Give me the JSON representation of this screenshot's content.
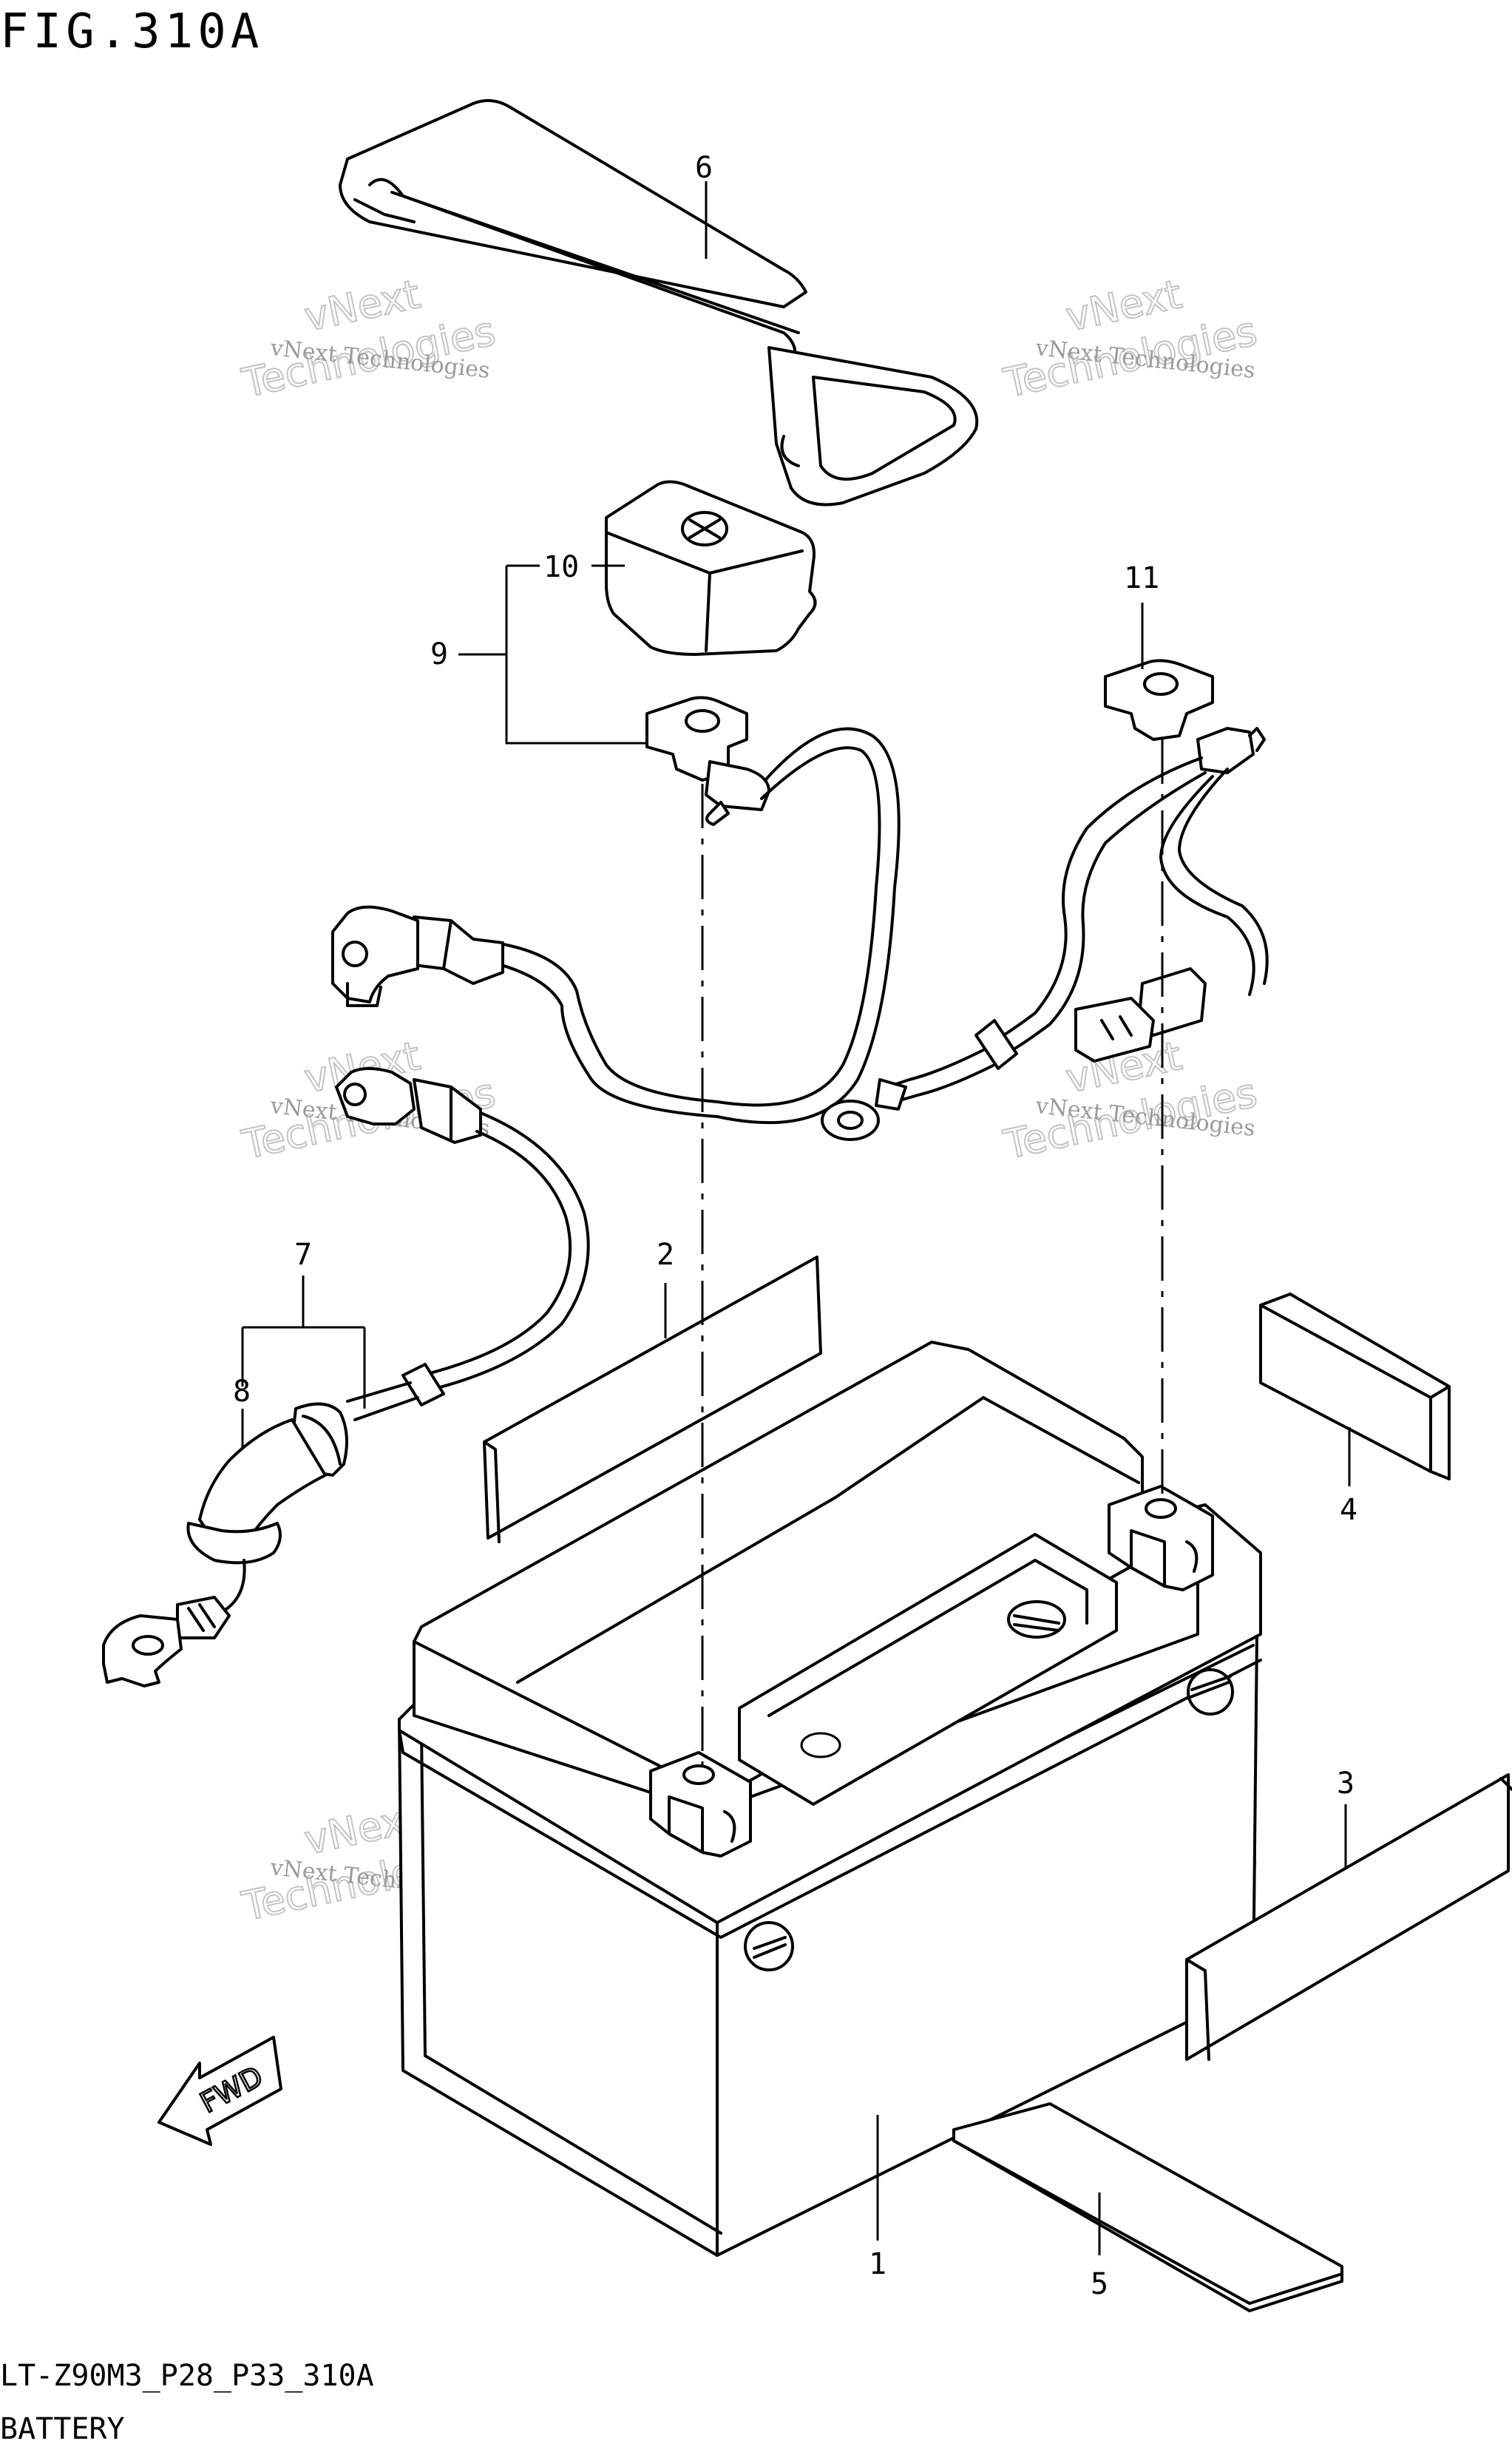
{
  "figure": {
    "title": "FIG.310A",
    "footer_code": "LT-Z90M3_P28_P33_310A",
    "footer_name": "BATTERY"
  },
  "callouts": [
    {
      "id": "1",
      "label": "1"
    },
    {
      "id": "2",
      "label": "2"
    },
    {
      "id": "3",
      "label": "3"
    },
    {
      "id": "4",
      "label": "4"
    },
    {
      "id": "5",
      "label": "5"
    },
    {
      "id": "6",
      "label": "6"
    },
    {
      "id": "7",
      "label": "7"
    },
    {
      "id": "8",
      "label": "8"
    },
    {
      "id": "9",
      "label": "9"
    },
    {
      "id": "10",
      "label": "10"
    },
    {
      "id": "11",
      "label": "11"
    }
  ],
  "direction_marker": {
    "text": "FWD",
    "icon": "forward-arrow-icon"
  },
  "watermark": {
    "line1": "vNext Technologies",
    "line2": "vNext",
    "line3": "Technologies"
  }
}
